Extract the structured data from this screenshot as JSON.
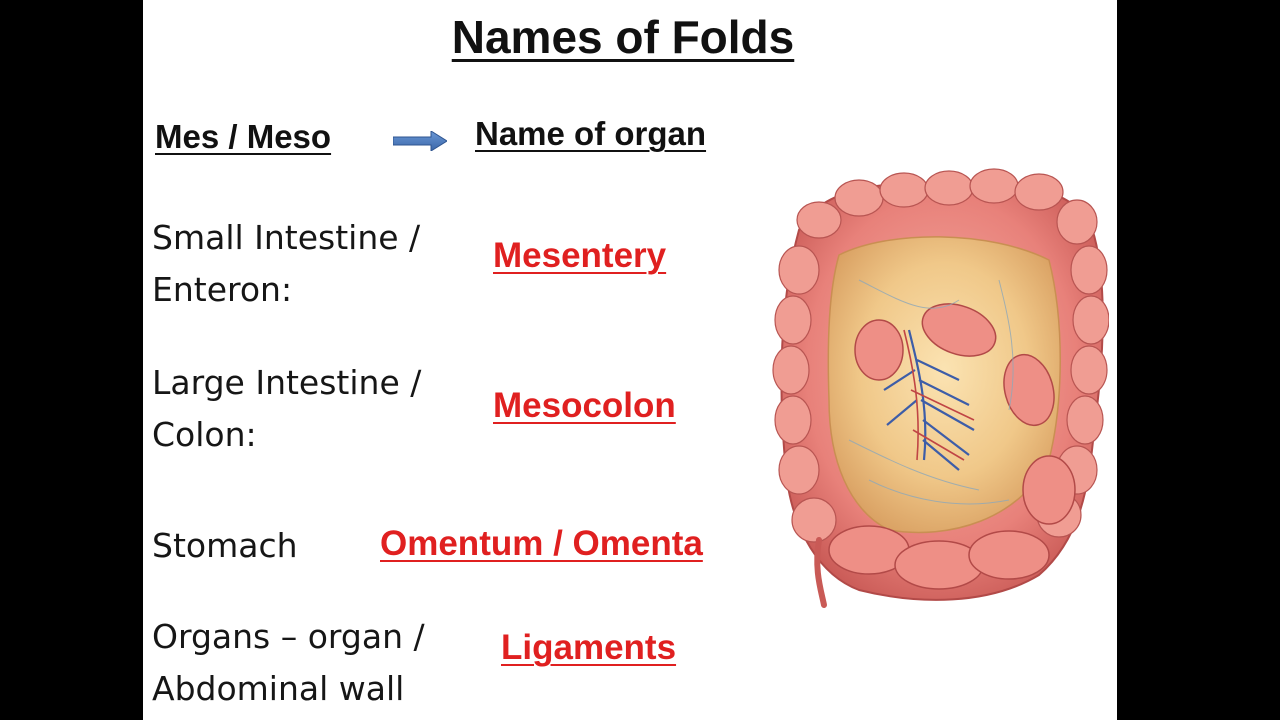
{
  "slide": {
    "title": "Names of Folds",
    "header_left": "Mes / Meso",
    "header_right": "Name of organ",
    "rows": [
      {
        "organ": "Small Intestine /\nEnteron:",
        "fold": "Mesentery"
      },
      {
        "organ": "Large Intestine /\nColon:",
        "fold": "Mesocolon"
      },
      {
        "organ": "Stomach",
        "fold": "Omentum / Omenta"
      },
      {
        "organ": "Organs – organ /\nAbdominal wall",
        "fold": "Ligaments"
      }
    ]
  },
  "icons": {
    "arrow": "right-arrow-icon",
    "illustration": "intestine-mesentery-illustration"
  },
  "colors": {
    "fold_red": "#e02020",
    "arrow_blue": "#4a7cc0",
    "intestine_pink": "#e8817a"
  }
}
